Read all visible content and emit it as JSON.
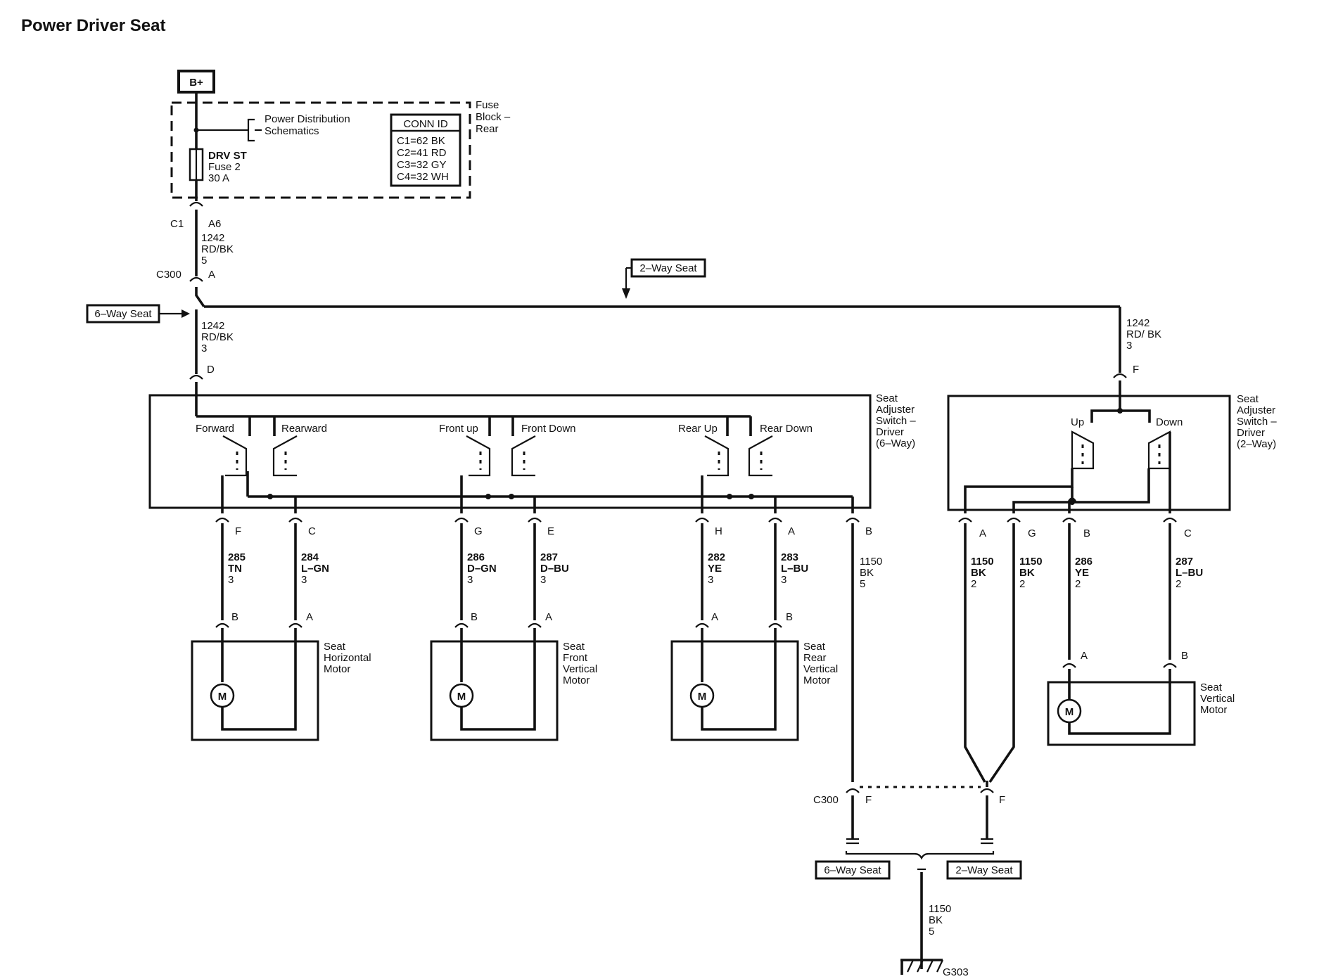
{
  "title": "Power Driver Seat",
  "battery": "B+",
  "fuse_block": {
    "name": "Fuse Block – Rear",
    "ref": "Power Distribution Schematics",
    "fuse": [
      "DRV ST",
      "Fuse 2",
      "30 A"
    ],
    "conn_id": {
      "header": "CONN ID",
      "rows": [
        "C1=62 BK",
        "C2=41 RD",
        "C3=32 GY",
        "C4=32 WH"
      ]
    }
  },
  "labels": {
    "c1": "C1",
    "a6": "A6",
    "c300": "C300",
    "pin_a": "A",
    "pin_d": "D",
    "pin_f": "F",
    "g303": "G303",
    "six_way": "6–Way Seat",
    "two_way": "2–Way Seat"
  },
  "wires": {
    "feed_upper": [
      "1242",
      "RD/BK",
      "5"
    ],
    "feed_lower": [
      "1242",
      "RD/BK",
      "3"
    ],
    "feed_2way": [
      "1242",
      "RD/ BK",
      "3"
    ],
    "ground_6way": [
      "1150",
      "BK",
      "5"
    ],
    "ground_main": [
      "1150",
      "BK",
      "5"
    ]
  },
  "switch_6way": {
    "name": "Seat Adjuster Switch – Driver (6–Way)",
    "contacts": [
      "Forward",
      "Rearward",
      "Front up",
      "Front Down",
      "Rear Up",
      "Rear Down"
    ],
    "terminals": [
      {
        "pin": "F",
        "circuit": "285",
        "color": "TN",
        "size": "3"
      },
      {
        "pin": "C",
        "circuit": "284",
        "color": "L–GN",
        "size": "3"
      },
      {
        "pin": "G",
        "circuit": "286",
        "color": "D–GN",
        "size": "3"
      },
      {
        "pin": "E",
        "circuit": "287",
        "color": "D–BU",
        "size": "3"
      },
      {
        "pin": "H",
        "circuit": "282",
        "color": "YE",
        "size": "3"
      },
      {
        "pin": "A",
        "circuit": "283",
        "color": "L–BU",
        "size": "3"
      },
      {
        "pin": "B"
      }
    ]
  },
  "switch_2way": {
    "name": "Seat Adjuster Switch – Driver (2–Way)",
    "contacts": [
      "Up",
      "Down"
    ],
    "terminals": [
      {
        "pin": "A",
        "circuit": "1150",
        "color": "BK",
        "size": "2"
      },
      {
        "pin": "G",
        "circuit": "1150",
        "color": "BK",
        "size": "2"
      },
      {
        "pin": "B",
        "circuit": "286",
        "color": "YE",
        "size": "2"
      },
      {
        "pin": "C",
        "circuit": "287",
        "color": "L–BU",
        "size": "2"
      }
    ]
  },
  "motors": [
    {
      "name": "Seat Horizontal Motor",
      "pins": [
        "B",
        "A"
      ],
      "symbol": "M"
    },
    {
      "name": "Seat Front Vertical Motor",
      "pins": [
        "B",
        "A"
      ],
      "symbol": "M"
    },
    {
      "name": "Seat Rear Vertical Motor",
      "pins": [
        "A",
        "B"
      ],
      "symbol": "M"
    },
    {
      "name": "Seat Vertical Motor",
      "pins": [
        "A",
        "B"
      ],
      "symbol": "M"
    }
  ]
}
